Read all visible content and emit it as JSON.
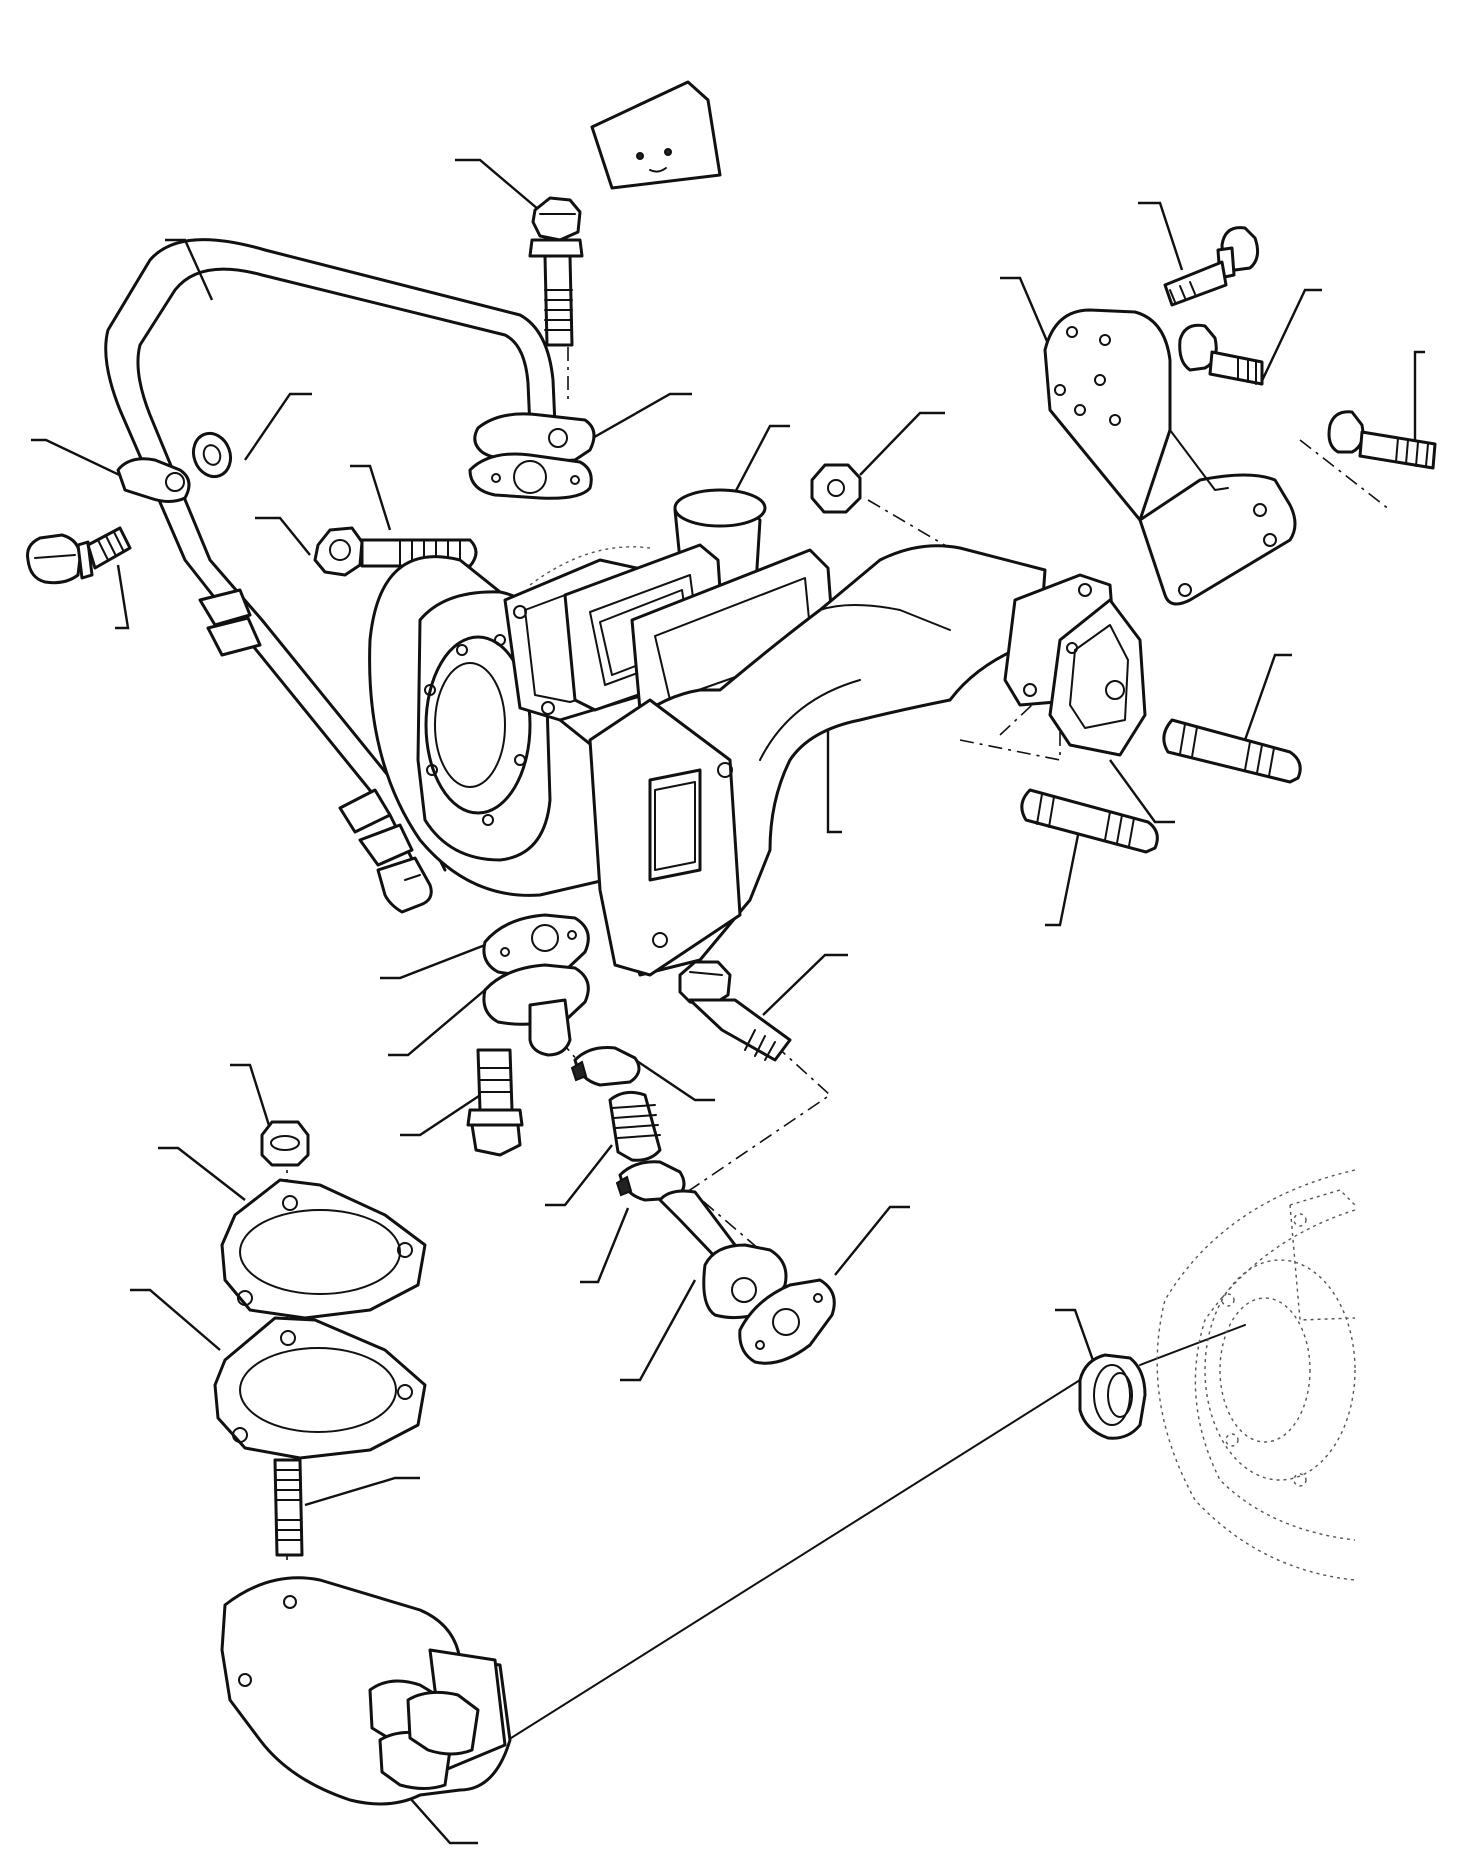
{
  "diagram": {
    "type": "exploded-parts-view",
    "parts": [
      {
        "name": "mounting-plate"
      },
      {
        "name": "bolt"
      },
      {
        "name": "oil-feed-pipe"
      },
      {
        "name": "washer"
      },
      {
        "name": "banjo-bolt"
      },
      {
        "name": "nut"
      },
      {
        "name": "gasket"
      },
      {
        "name": "turbocharger"
      },
      {
        "name": "exhaust-manifold"
      },
      {
        "name": "bracket"
      },
      {
        "name": "stud"
      },
      {
        "name": "flange"
      },
      {
        "name": "hose-clamp"
      },
      {
        "name": "hose"
      },
      {
        "name": "oil-drain-pipe"
      },
      {
        "name": "plate"
      },
      {
        "name": "sleeve"
      },
      {
        "name": "turbine-housing"
      }
    ],
    "leader_lines": 33
  }
}
